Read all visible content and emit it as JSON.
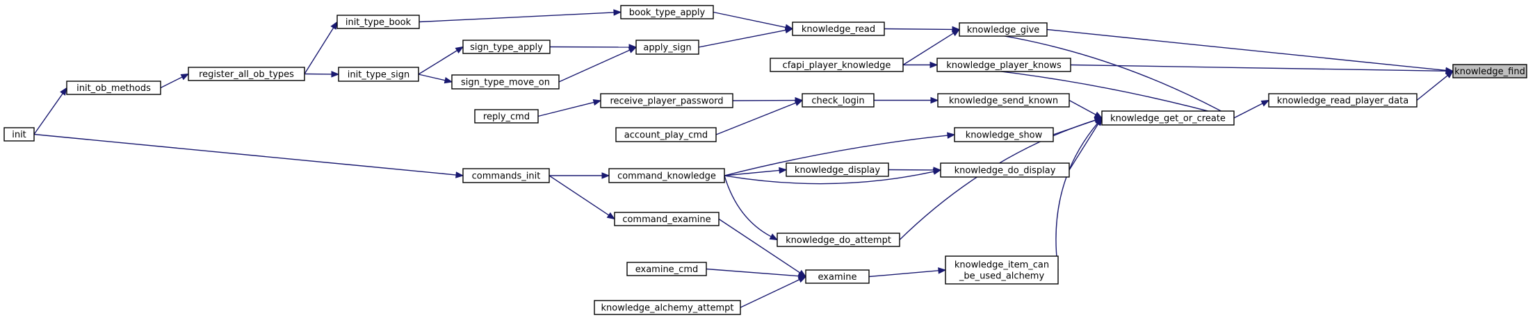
{
  "graph": {
    "highlight_node": "knowledge_find",
    "nodes": [
      {
        "id": "knowledge_find",
        "label": "knowledge_find"
      },
      {
        "id": "knowledge_give",
        "label": "knowledge_give"
      },
      {
        "id": "knowledge_player_knows",
        "label": "knowledge_player_knows"
      },
      {
        "id": "knowledge_read_player_data",
        "label": "knowledge_read_player_data"
      },
      {
        "id": "knowledge_read",
        "label": "knowledge_read"
      },
      {
        "id": "cfapi_player_knowledge",
        "label": "cfapi_player_knowledge"
      },
      {
        "id": "knowledge_get_or_create",
        "label": "knowledge_get_or_create"
      },
      {
        "id": "book_type_apply",
        "label": "book_type_apply"
      },
      {
        "id": "apply_sign",
        "label": "apply_sign"
      },
      {
        "id": "init_type_book",
        "label": "init_type_book"
      },
      {
        "id": "sign_type_apply",
        "label": "sign_type_apply"
      },
      {
        "id": "sign_type_move_on",
        "label": "sign_type_move_on"
      },
      {
        "id": "init_type_sign",
        "label": "init_type_sign"
      },
      {
        "id": "register_all_ob_types",
        "label": "register_all_ob_types"
      },
      {
        "id": "init_ob_methods",
        "label": "init_ob_methods"
      },
      {
        "id": "init",
        "label": "init"
      },
      {
        "id": "knowledge_send_known",
        "label": "knowledge_send_known"
      },
      {
        "id": "knowledge_show",
        "label": "knowledge_show"
      },
      {
        "id": "knowledge_do_display",
        "label": "knowledge_do_display"
      },
      {
        "id": "knowledge_do_attempt",
        "label": "knowledge_do_attempt"
      },
      {
        "id": "knowledge_item_can_be_used_alchemy",
        "label": "knowledge_item_can_be_used_alchemy",
        "lines": [
          "knowledge_item_can",
          "_be_used_alchemy"
        ]
      },
      {
        "id": "check_login",
        "label": "check_login"
      },
      {
        "id": "receive_player_password",
        "label": "receive_player_password"
      },
      {
        "id": "account_play_cmd",
        "label": "account_play_cmd"
      },
      {
        "id": "reply_cmd",
        "label": "reply_cmd"
      },
      {
        "id": "command_knowledge",
        "label": "command_knowledge"
      },
      {
        "id": "commands_init",
        "label": "commands_init"
      },
      {
        "id": "knowledge_display",
        "label": "knowledge_display"
      },
      {
        "id": "command_examine",
        "label": "command_examine"
      },
      {
        "id": "examine",
        "label": "examine"
      },
      {
        "id": "examine_cmd",
        "label": "examine_cmd"
      },
      {
        "id": "knowledge_alchemy_attempt",
        "label": "knowledge_alchemy_attempt"
      }
    ],
    "edges": [
      {
        "from": "knowledge_give",
        "to": "knowledge_find"
      },
      {
        "from": "knowledge_player_knows",
        "to": "knowledge_find"
      },
      {
        "from": "knowledge_read_player_data",
        "to": "knowledge_find"
      },
      {
        "from": "knowledge_read",
        "to": "knowledge_give"
      },
      {
        "from": "cfapi_player_knowledge",
        "to": "knowledge_give"
      },
      {
        "from": "knowledge_get_or_create",
        "to": "knowledge_give"
      },
      {
        "from": "cfapi_player_knowledge",
        "to": "knowledge_player_knows"
      },
      {
        "from": "knowledge_get_or_create",
        "to": "knowledge_player_knows"
      },
      {
        "from": "knowledge_get_or_create",
        "to": "knowledge_read_player_data"
      },
      {
        "from": "book_type_apply",
        "to": "knowledge_read"
      },
      {
        "from": "apply_sign",
        "to": "knowledge_read"
      },
      {
        "from": "init_type_book",
        "to": "book_type_apply"
      },
      {
        "from": "sign_type_apply",
        "to": "apply_sign"
      },
      {
        "from": "sign_type_move_on",
        "to": "apply_sign"
      },
      {
        "from": "register_all_ob_types",
        "to": "init_type_book"
      },
      {
        "from": "init_type_sign",
        "to": "sign_type_apply"
      },
      {
        "from": "init_type_sign",
        "to": "sign_type_move_on"
      },
      {
        "from": "register_all_ob_types",
        "to": "init_type_sign"
      },
      {
        "from": "init_ob_methods",
        "to": "register_all_ob_types"
      },
      {
        "from": "init",
        "to": "init_ob_methods"
      },
      {
        "from": "knowledge_send_known",
        "to": "knowledge_get_or_create"
      },
      {
        "from": "knowledge_show",
        "to": "knowledge_get_or_create"
      },
      {
        "from": "knowledge_do_display",
        "to": "knowledge_get_or_create"
      },
      {
        "from": "knowledge_do_attempt",
        "to": "knowledge_get_or_create"
      },
      {
        "from": "knowledge_item_can_be_used_alchemy",
        "to": "knowledge_get_or_create"
      },
      {
        "from": "check_login",
        "to": "knowledge_send_known"
      },
      {
        "from": "receive_player_password",
        "to": "check_login"
      },
      {
        "from": "account_play_cmd",
        "to": "check_login"
      },
      {
        "from": "reply_cmd",
        "to": "receive_player_password"
      },
      {
        "from": "command_knowledge",
        "to": "knowledge_show"
      },
      {
        "from": "command_knowledge",
        "to": "knowledge_display"
      },
      {
        "from": "command_knowledge",
        "to": "knowledge_do_display"
      },
      {
        "from": "command_knowledge",
        "to": "knowledge_do_attempt"
      },
      {
        "from": "knowledge_display",
        "to": "knowledge_do_display"
      },
      {
        "from": "commands_init",
        "to": "command_knowledge"
      },
      {
        "from": "init",
        "to": "commands_init"
      },
      {
        "from": "commands_init",
        "to": "command_examine"
      },
      {
        "from": "examine",
        "to": "knowledge_item_can_be_used_alchemy"
      },
      {
        "from": "command_examine",
        "to": "examine"
      },
      {
        "from": "examine_cmd",
        "to": "examine"
      },
      {
        "from": "knowledge_alchemy_attempt",
        "to": "examine"
      }
    ]
  }
}
